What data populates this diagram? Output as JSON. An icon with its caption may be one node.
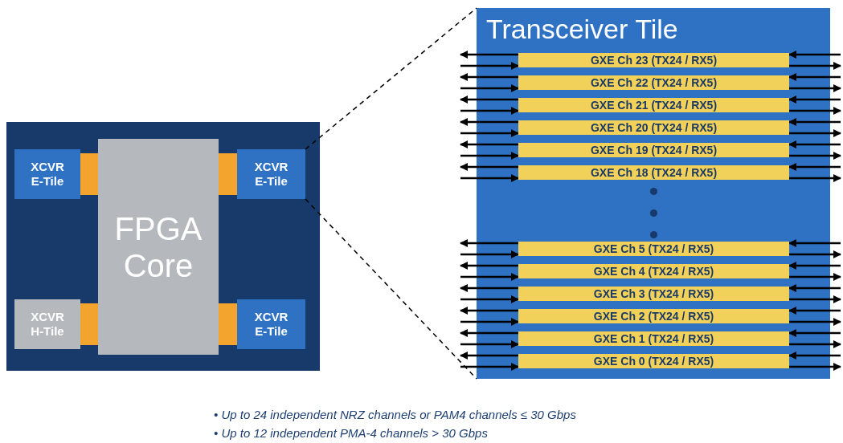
{
  "diagram": {
    "nodes": [
      {
        "text": [],
        "shape": "box"
      },
      {
        "text": [
          "XCVR E-Tile"
        ],
        "in": 0
      },
      {
        "text": [],
        "shape": "box",
        "in": 0
      },
      {
        "text": [
          "FPGA Core"
        ],
        "in": 0
      },
      {
        "text": [],
        "shape": "box",
        "in": 0
      },
      {
        "text": [
          "XCVR E-Tile"
        ],
        "in": 0
      },
      {
        "text": [
          "XCVR H-Tile"
        ],
        "in": 0
      },
      {
        "text": [],
        "shape": "box",
        "in": 0
      },
      {
        "text": [],
        "shape": "box",
        "in": 0
      },
      {
        "text": [
          "XCVR E-Tile"
        ],
        "in": 0
      },
      {
        "text": [
          "Transceiver Tile"
        ]
      },
      {
        "text": [
          "GXE Ch 23 (TX24 / RX5)"
        ],
        "in": 10
      },
      {
        "text": [
          "GXE Ch 22 (TX24 / RX5)"
        ],
        "in": 10
      },
      {
        "text": [
          "GXE Ch 21 (TX24 / RX5)"
        ],
        "in": 10
      },
      {
        "text": [
          "GXE Ch 20 (TX24 / RX5)"
        ],
        "in": 10
      },
      {
        "text": [
          "GXE Ch 19 (TX24 / RX5)"
        ],
        "in": 10
      },
      {
        "text": [
          "GXE Ch 18 (TX24 / RX5)"
        ],
        "in": 10
      },
      {
        "text": [
          "GXE Ch 5 (TX24 / RX5)"
        ],
        "in": 10
      },
      {
        "text": [
          "GXE Ch 4 (TX24 / RX5)"
        ],
        "in": 10
      },
      {
        "text": [
          "GXE Ch 3 (TX24 / RX5)"
        ],
        "in": 10
      },
      {
        "text": [
          "GXE Ch 2 (TX24 / RX5)"
        ],
        "in": 10
      },
      {
        "text": [
          "GXE Ch 1 (TX24 / RX5)"
        ],
        "in": 10
      },
      {
        "text": [
          "GXE Ch 0 (TX24 / RX5)"
        ],
        "in": 10
      }
    ],
    "edges": [
      {
        "from": 5,
        "to": 10,
        "arrow": "none",
        "style": "dashed"
      },
      {
        "from": 5,
        "to": 10,
        "arrow": "none",
        "style": "dashed"
      },
      {
        "from": 11,
        "to": null,
        "arrow": "to"
      },
      {
        "from": null,
        "to": 11,
        "arrow": "to"
      },
      {
        "from": null,
        "to": 11,
        "arrow": "to"
      },
      {
        "from": 11,
        "to": null,
        "arrow": "to"
      },
      {
        "from": 12,
        "to": null,
        "arrow": "to"
      },
      {
        "from": null,
        "to": 12,
        "arrow": "to"
      },
      {
        "from": null,
        "to": 12,
        "arrow": "to"
      },
      {
        "from": 12,
        "to": null,
        "arrow": "to"
      },
      {
        "from": 13,
        "to": null,
        "arrow": "to"
      },
      {
        "from": null,
        "to": 13,
        "arrow": "to"
      },
      {
        "from": null,
        "to": 13,
        "arrow": "to"
      },
      {
        "from": 13,
        "to": null,
        "arrow": "to"
      },
      {
        "from": 14,
        "to": null,
        "arrow": "to"
      },
      {
        "from": null,
        "to": 14,
        "arrow": "to"
      },
      {
        "from": null,
        "to": 14,
        "arrow": "to"
      },
      {
        "from": 14,
        "to": null,
        "arrow": "to"
      },
      {
        "from": 15,
        "to": null,
        "arrow": "to"
      },
      {
        "from": null,
        "to": 15,
        "arrow": "to"
      },
      {
        "from": null,
        "to": 15,
        "arrow": "to"
      },
      {
        "from": 15,
        "to": null,
        "arrow": "to"
      },
      {
        "from": 16,
        "to": null,
        "arrow": "to"
      },
      {
        "from": null,
        "to": 16,
        "arrow": "to"
      },
      {
        "from": null,
        "to": 16,
        "arrow": "to"
      },
      {
        "from": 16,
        "to": null,
        "arrow": "to"
      },
      {
        "from": 17,
        "to": null,
        "arrow": "to"
      },
      {
        "from": null,
        "to": 17,
        "arrow": "to"
      },
      {
        "from": null,
        "to": 17,
        "arrow": "to"
      },
      {
        "from": 17,
        "to": null,
        "arrow": "to"
      },
      {
        "from": 18,
        "to": null,
        "arrow": "to"
      },
      {
        "from": null,
        "to": 18,
        "arrow": "to"
      },
      {
        "from": null,
        "to": 18,
        "arrow": "to"
      },
      {
        "from": 18,
        "to": null,
        "arrow": "to"
      },
      {
        "from": 19,
        "to": null,
        "arrow": "to"
      },
      {
        "from": null,
        "to": 19,
        "arrow": "to"
      },
      {
        "from": null,
        "to": 19,
        "arrow": "to"
      },
      {
        "from": 19,
        "to": null,
        "arrow": "to"
      },
      {
        "from": 20,
        "to": null,
        "arrow": "to"
      },
      {
        "from": null,
        "to": 20,
        "arrow": "to"
      },
      {
        "from": null,
        "to": 20,
        "arrow": "to"
      },
      {
        "from": 20,
        "to": null,
        "arrow": "to"
      },
      {
        "from": 21,
        "to": null,
        "arrow": "to"
      },
      {
        "from": null,
        "to": 21,
        "arrow": "to"
      },
      {
        "from": null,
        "to": 21,
        "arrow": "to"
      },
      {
        "from": 21,
        "to": null,
        "arrow": "to"
      },
      {
        "from": 22,
        "to": null,
        "arrow": "to"
      },
      {
        "from": null,
        "to": 22,
        "arrow": "to"
      },
      {
        "from": null,
        "to": 22,
        "arrow": "to"
      },
      {
        "from": 22,
        "to": null,
        "arrow": "to"
      }
    ],
    "labels": [
      "• Up to 24 independent NRZ channels or PAM4 channels ≤ 30 Gbps",
      "• Up to 12 independent PMA-4 channels > 30 Gbps"
    ]
  }
}
